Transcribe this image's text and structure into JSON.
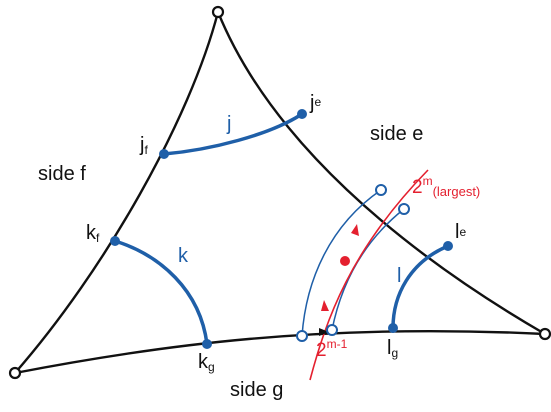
{
  "labels": {
    "side_e": "side e",
    "side_f": "side f",
    "side_g": "side g",
    "curve_j": "j",
    "curve_k": "k",
    "curve_l": "l",
    "je_main": "j",
    "je_sub": "e",
    "jf_main": "j",
    "jf_sub": "f",
    "kf_main": "k",
    "kf_sub": "f",
    "kg_main": "k",
    "kg_sub": "g",
    "le_main": "l",
    "le_sub": "e",
    "lg_main": "l",
    "lg_sub": "g",
    "top_red_base": "2",
    "top_red_sup": "m",
    "top_red_extra": "(largest)",
    "bottom_red_base": "2",
    "bottom_red_sup": "m-1"
  },
  "colors": {
    "edge": "#111111",
    "blue": "#1f5fa8",
    "red": "#e4202f",
    "background": "#ffffff"
  }
}
